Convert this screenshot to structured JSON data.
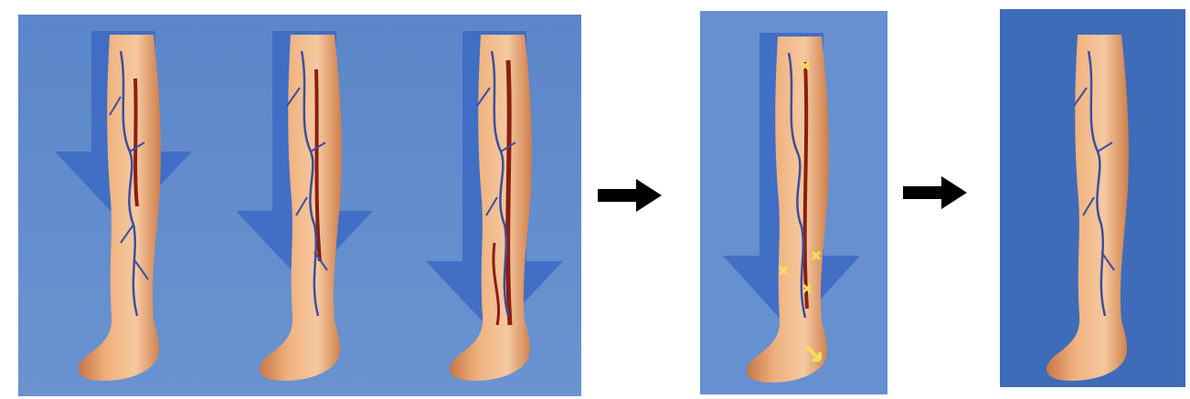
{
  "figure": {
    "description_visible_text": "",
    "panels": [
      {
        "id": "progression",
        "legs": 3,
        "background": "#5b86c9"
      },
      {
        "id": "treatment",
        "legs": 1,
        "background": "#6690cf"
      },
      {
        "id": "result",
        "legs": 1,
        "background": "#3f6cb8"
      }
    ],
    "colors": {
      "skin": "#e9a06a",
      "skin_light": "#f5c9a0",
      "vein_blue": "#3a4fa0",
      "vein_red": "#8a1f10",
      "flow_arrow": "#3d6cc4",
      "marker_yellow": "#f2e05a",
      "connector_arrow": "#000000"
    },
    "icons": [
      "downward-flow-arrow",
      "right-arrow",
      "ablation-marker"
    ]
  }
}
